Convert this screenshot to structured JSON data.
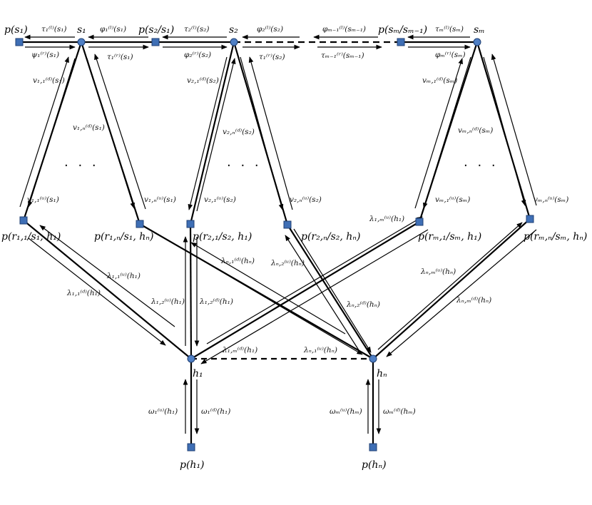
{
  "colors": {
    "line": "#000000",
    "square_fill": "#3F6FB5",
    "square_stroke": "#1F3F73",
    "circle_fill": "#4F7FC4",
    "circle_stroke": "#1F3F73"
  },
  "nodes": {
    "p_s1": "p(s₁)",
    "s1": "s₁",
    "p_s2_s1": "p(s₂/s₁)",
    "s2": "s₂",
    "p_sm_sm1": "p(sₘ/sₘ₋₁)",
    "sm": "sₘ",
    "p_r11": "p(r₁,₁/s₁, h₁)",
    "p_r1n": "p(r₁,ₙ/s₁, hₙ)",
    "p_r21": "p(r₂,₁/s₂, h₁)",
    "p_r2n": "p(r₂,ₙ/s₂, hₙ)",
    "p_rm1": "p(rₘ,₁/sₘ, h₁)",
    "p_rmn": "p(rₘ,ₙ/sₘ, hₙ)",
    "h1": "h₁",
    "hn": "hₙ",
    "p_h1": "p(h₁)",
    "p_hn": "p(hₙ)"
  },
  "dots_text": "· · ·",
  "messages": {
    "tau1_l_s1": "τ₁⁽ˡ⁾(s₁)",
    "psi1_r_s1": "ψ₁⁽ʳ⁾(s₁)",
    "phi1_l_s1": "φ₁⁽ˡ⁾(s₁)",
    "tau1_r_s1": "τ₁⁽ʳ⁾(s₁)",
    "tau2_l_s2": "τ₂⁽ˡ⁾(s₂)",
    "phi2_r_s2": "φ₂⁽ʳ⁾(s₂)",
    "phi2_l_s2": "φ₂⁽ˡ⁾(s₂)",
    "tau1_r_s2": "τ₁⁽ʳ⁾(s₂)",
    "phim1_l_sm1": "φₘ₋₁⁽ˡ⁾(sₘ₋₁)",
    "taum1_r_sm1": "τₘ₋₁⁽ʳ⁾(sₘ₋₁)",
    "taum_l_sm": "τₘ⁽ˡ⁾(sₘ)",
    "phim_r_sm": "φₘ⁽ʳ⁾(sₘ)",
    "v11_d_s1": "v₁,₁⁽ᵈ⁾(s₁)",
    "v1n_d_s1": "v₁,ₙ⁽ᵈ⁾(s₁)",
    "v11_u_s1": "v₁,₁⁽ᵘ⁾(s₁)",
    "v1n_u_s1": "v₁,ₙ⁽ᵘ⁾(s₁)",
    "v21_d_s2": "v₂,₁⁽ᵈ⁾(s₂)",
    "v2n_d_s2": "v₂,ₙ⁽ᵈ⁾(s₂)",
    "v21_u_s2": "v₂,₁⁽ᵘ⁾(s₂)",
    "v2n_u_s2": "v₂,ₙ⁽ᵘ⁾(s₂)",
    "vm1_d_sm": "vₘ,₁⁽ᵈ⁾(sₘ)",
    "vmn_d_sm": "vₘ,ₙ⁽ᵈ⁾(sₘ)",
    "vm1_u_sm": "vₘ,₁⁽ᵘ⁾(sₘ)",
    "vmn_u_sm": "vₘ,ₙ⁽ᵘ⁾(sₘ)",
    "lam11_u_h1": "λ₁,₁⁽ᵘ⁾(h₁)",
    "lam11_d_h1": "λ₁,₁⁽ᵈ⁾(h₁)",
    "lam12_u_h1": "λ₁,₂⁽ᵘ⁾(h₁)",
    "lam12_d_h1": "λ₁,₂⁽ᵈ⁾(h₁)",
    "lam1m_u_h1": "λ₁,ₘ⁽ᵘ⁾(h₁)",
    "lam1m_d_h1": "λ₁,ₘ⁽ᵈ⁾(h₁)",
    "lamn1_d_hn_top": "λₙ,₁⁽ᵈ⁾(hₙ)",
    "lamn2_u_hn": "λₙ,₂⁽ᵘ⁾(hₙ)",
    "lamn2_d_hn": "λₙ,₂⁽ᵈ⁾(hₙ)",
    "lamnm_u_hn": "λₙ,ₘ⁽ᵘ⁾(hₙ)",
    "lamnm_d_hn": "λₙ,ₘ⁽ᵈ⁾(hₙ)",
    "lamn1_u_hn": "λₙ,₁⁽ᵘ⁾(hₙ)",
    "omega1_u_h1": "ω₁⁽ᵘ⁾(h₁)",
    "omega1_d_h1": "ω₁⁽ᵈ⁾(h₁)",
    "omegam_u_hm": "ωₘ⁽ᵘ⁾(hₘ)",
    "omegam_d_hm": "ωₘ⁽ᵈ⁾(hₘ)"
  }
}
